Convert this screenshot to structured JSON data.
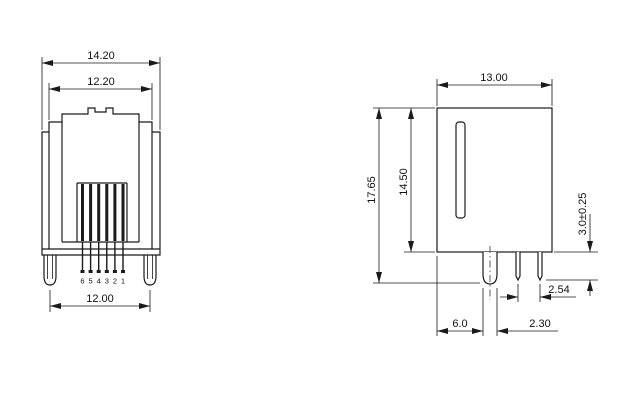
{
  "front_view": {
    "dim_top_width": "14.20",
    "dim_inner_width": "12.20",
    "dim_bottom_width": "12.00",
    "pins": [
      "6",
      "5",
      "4",
      "3",
      "2",
      "1"
    ]
  },
  "side_view": {
    "dim_width": "13.00",
    "dim_total_height": "17.65",
    "dim_body_height": "14.50",
    "dim_pin_length": "3.0±0.25",
    "dim_pin_pitch": "2.54",
    "dim_peg_offset": "6.0",
    "dim_peg_width": "2.30"
  },
  "colors": {
    "line": "#1a1a1a",
    "background": "#ffffff"
  }
}
